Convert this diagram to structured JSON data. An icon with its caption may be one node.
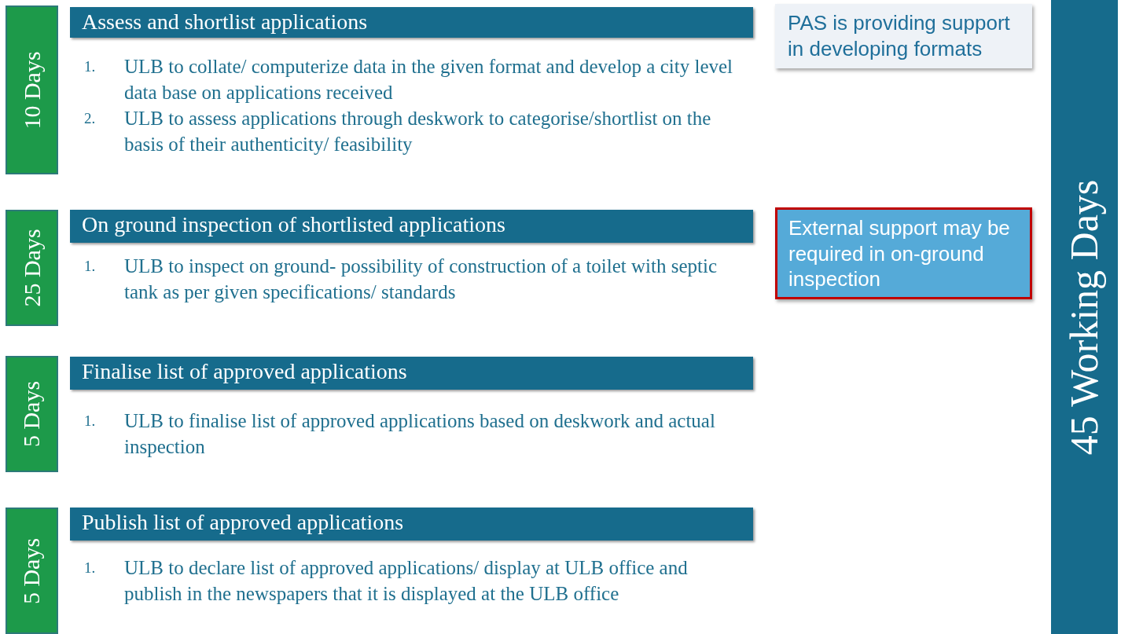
{
  "diagram": {
    "nodes": [
      {
        "text": [
          "10 Days"
        ]
      },
      {
        "text": [
          "Assess and shortlist applications"
        ],
        "beside": [
          "1.",
          "ULB to collate/ computerize data in the given format and develop a city level data base on applications received",
          "2.",
          "ULB to assess applications through deskwork to categorise/shortlist on the basis of their authenticity/ feasibility"
        ]
      },
      {
        "text": [
          "PAS is providing support in developing formats"
        ]
      },
      {
        "text": [
          "45 Working Days"
        ]
      },
      {
        "text": [
          "25 Days"
        ]
      },
      {
        "text": [
          "On ground inspection of shortlisted applications"
        ],
        "beside": [
          "1.",
          "ULB to inspect on ground- possibility of construction of a toilet with septic tank as per given specifications/ standards"
        ]
      },
      {
        "text": [
          "External support may be required in on-ground inspection"
        ]
      },
      {
        "text": [
          "5 Days"
        ]
      },
      {
        "text": [
          "Finalise list of approved applications"
        ],
        "beside": [
          "1.",
          "ULB to finalise list of approved applications based on deskwork and actual inspection"
        ]
      },
      {
        "text": [
          "5 Days"
        ]
      },
      {
        "text": [
          "Publish list of approved applications"
        ],
        "beside": [
          "1.",
          "ULB to declare list of approved applications/ display at ULB office and publish in the newspapers that it is displayed at the ULB office"
        ]
      }
    ]
  }
}
